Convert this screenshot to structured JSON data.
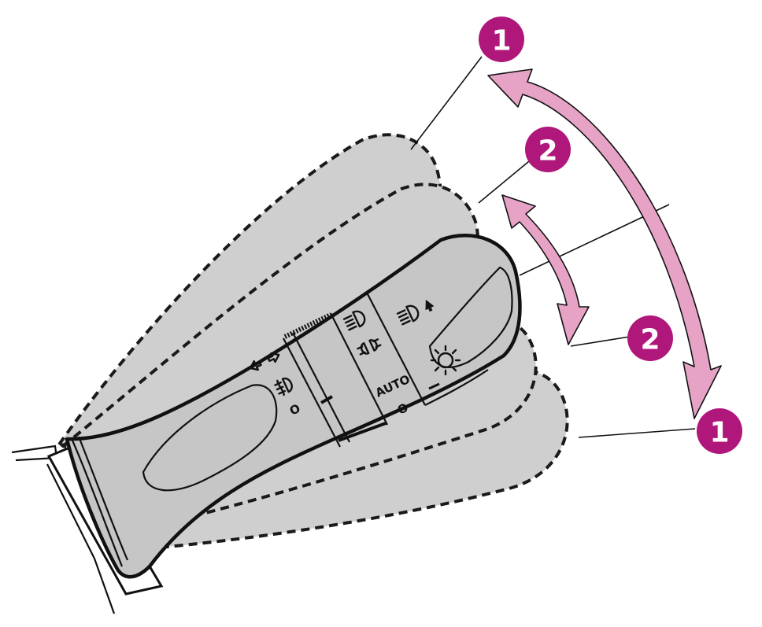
{
  "callouts": [
    {
      "label": "1",
      "color": "#b0177a"
    },
    {
      "label": "2",
      "color": "#b0177a"
    },
    {
      "label": "2",
      "color": "#b0177a"
    },
    {
      "label": "1",
      "color": "#b0177a"
    }
  ],
  "lever": {
    "ring_labels": {
      "auto": "AUTO",
      "off_mark": "O",
      "low_mark": "O"
    },
    "icons": [
      "front-fog-light-icon",
      "turn-signal-arrows-icon",
      "headlight-high-beam-icon",
      "parking-light-icon",
      "headlight-flash-icon",
      "exterior-light-icon"
    ]
  },
  "colors": {
    "badge": "#b0177a",
    "arrow_fill": "#e6a3c6",
    "lever_fill": "#c6c6c6",
    "ghost_fill": "#cfcfcf"
  }
}
